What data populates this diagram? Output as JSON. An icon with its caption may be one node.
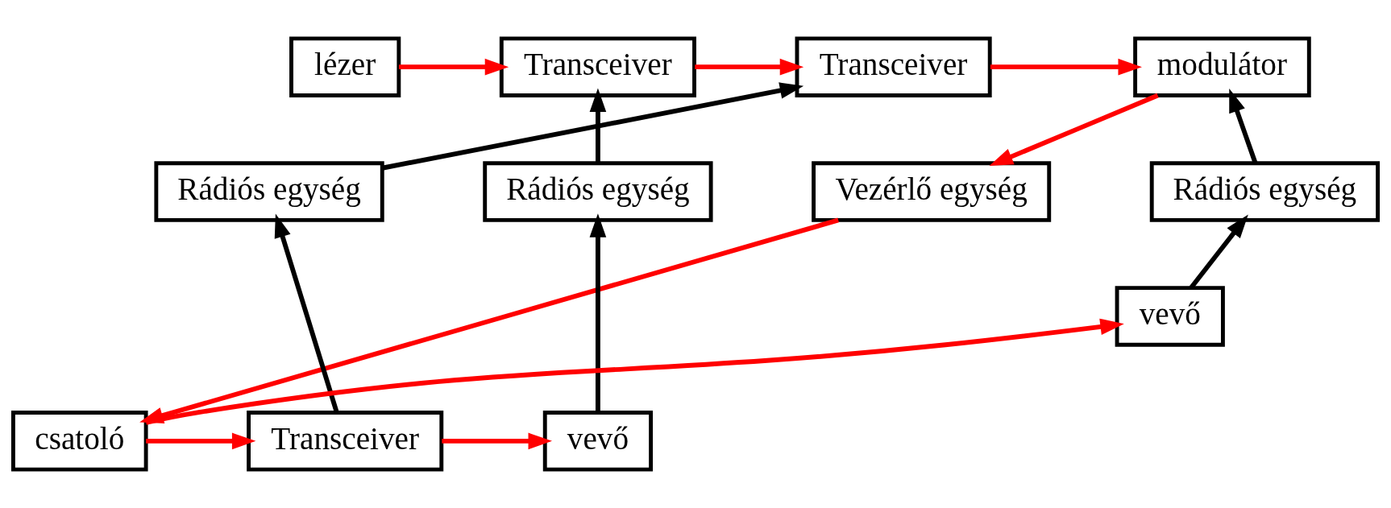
{
  "diagram": {
    "nodes": [
      {
        "text": [
          "lézer"
        ]
      },
      {
        "text": [
          "Transceiver"
        ]
      },
      {
        "text": [
          "Transceiver"
        ]
      },
      {
        "text": [
          "modulátor"
        ]
      },
      {
        "text": [
          "Rádiós egység"
        ]
      },
      {
        "text": [
          "Rádiós egység"
        ]
      },
      {
        "text": [
          "Rádiós egység"
        ]
      },
      {
        "text": [
          "Vezérlő egység"
        ]
      },
      {
        "text": [
          "vevő"
        ]
      },
      {
        "text": [
          "vevő"
        ]
      },
      {
        "text": [
          "Transceiver"
        ]
      },
      {
        "text": [
          "csatoló"
        ]
      }
    ],
    "edges": [
      {
        "from": 0,
        "to": 1,
        "arrow": "to"
      },
      {
        "from": 1,
        "to": 2,
        "arrow": "to"
      },
      {
        "from": 2,
        "to": 3,
        "arrow": "to"
      },
      {
        "from": 3,
        "to": 7,
        "arrow": "to"
      },
      {
        "from": 4,
        "to": 1,
        "arrow": "to",
        "color": "#000000"
      },
      {
        "from": 5,
        "to": 2,
        "arrow": "to",
        "color": "#000000"
      },
      {
        "from": 6,
        "to": 3,
        "arrow": "to",
        "color": "#000000"
      },
      {
        "from": 9,
        "to": 4,
        "arrow": "to",
        "color": "#000000"
      },
      {
        "from": 10,
        "to": 5,
        "arrow": "to",
        "color": "#000000"
      },
      {
        "from": 8,
        "to": 6,
        "arrow": "to",
        "color": "#000000"
      },
      {
        "from": 11,
        "to": 8,
        "arrow": "to"
      },
      {
        "from": 7,
        "to": 11,
        "arrow": "to"
      },
      {
        "from": 11,
        "to": 10,
        "arrow": "to"
      },
      {
        "from": 10,
        "to": 9,
        "arrow": "to"
      }
    ]
  }
}
